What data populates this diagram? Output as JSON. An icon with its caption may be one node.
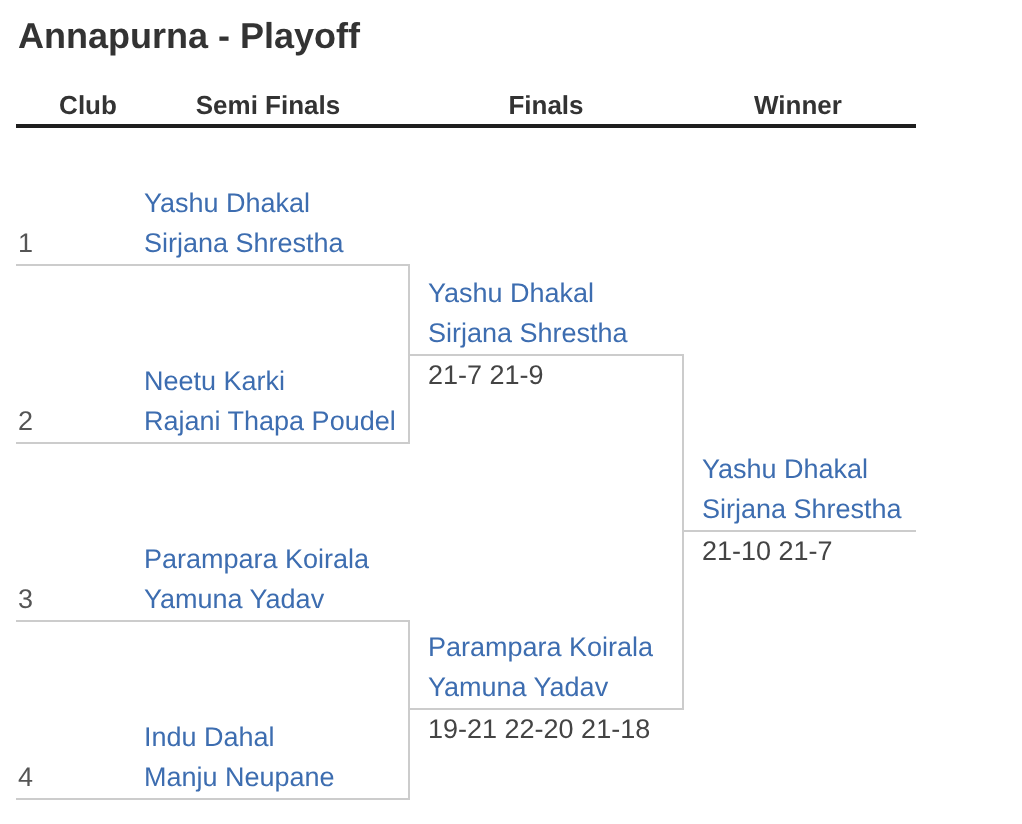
{
  "diagram": {
    "title": "Annapurna - Playoff",
    "nodes": [
      {
        "text": [
          "1",
          "Yashu Dhakal",
          "Sirjana Shrestha"
        ]
      },
      {
        "text": [
          "2",
          "Neetu Karki",
          "Rajani Thapa Poudel"
        ]
      },
      {
        "text": [
          "3",
          "Parampara Koirala",
          "Yamuna Yadav"
        ]
      },
      {
        "text": [
          "4",
          "Indu Dahal",
          "Manju Neupane"
        ]
      },
      {
        "text": [
          "Yashu Dhakal",
          "Sirjana Shrestha"
        ],
        "beside": [
          "21-7 21-9"
        ]
      },
      {
        "text": [
          "Parampara Koirala",
          "Yamuna Yadav"
        ],
        "beside": [
          "19-21 22-20 21-18"
        ]
      },
      {
        "text": [
          "Yashu Dhakal",
          "Sirjana Shrestha"
        ],
        "beside": [
          "21-10 21-7"
        ]
      }
    ],
    "edges": [
      {
        "from": 0,
        "to": 4,
        "arrow": "none"
      },
      {
        "from": 1,
        "to": 4,
        "arrow": "none"
      },
      {
        "from": 2,
        "to": 5,
        "arrow": "none"
      },
      {
        "from": 3,
        "to": 5,
        "arrow": "none"
      },
      {
        "from": 4,
        "to": 6,
        "arrow": "none"
      },
      {
        "from": 5,
        "to": 6,
        "arrow": "none"
      }
    ],
    "labels": [
      "Club",
      "Semi Finals",
      "Finals",
      "Winner"
    ]
  }
}
